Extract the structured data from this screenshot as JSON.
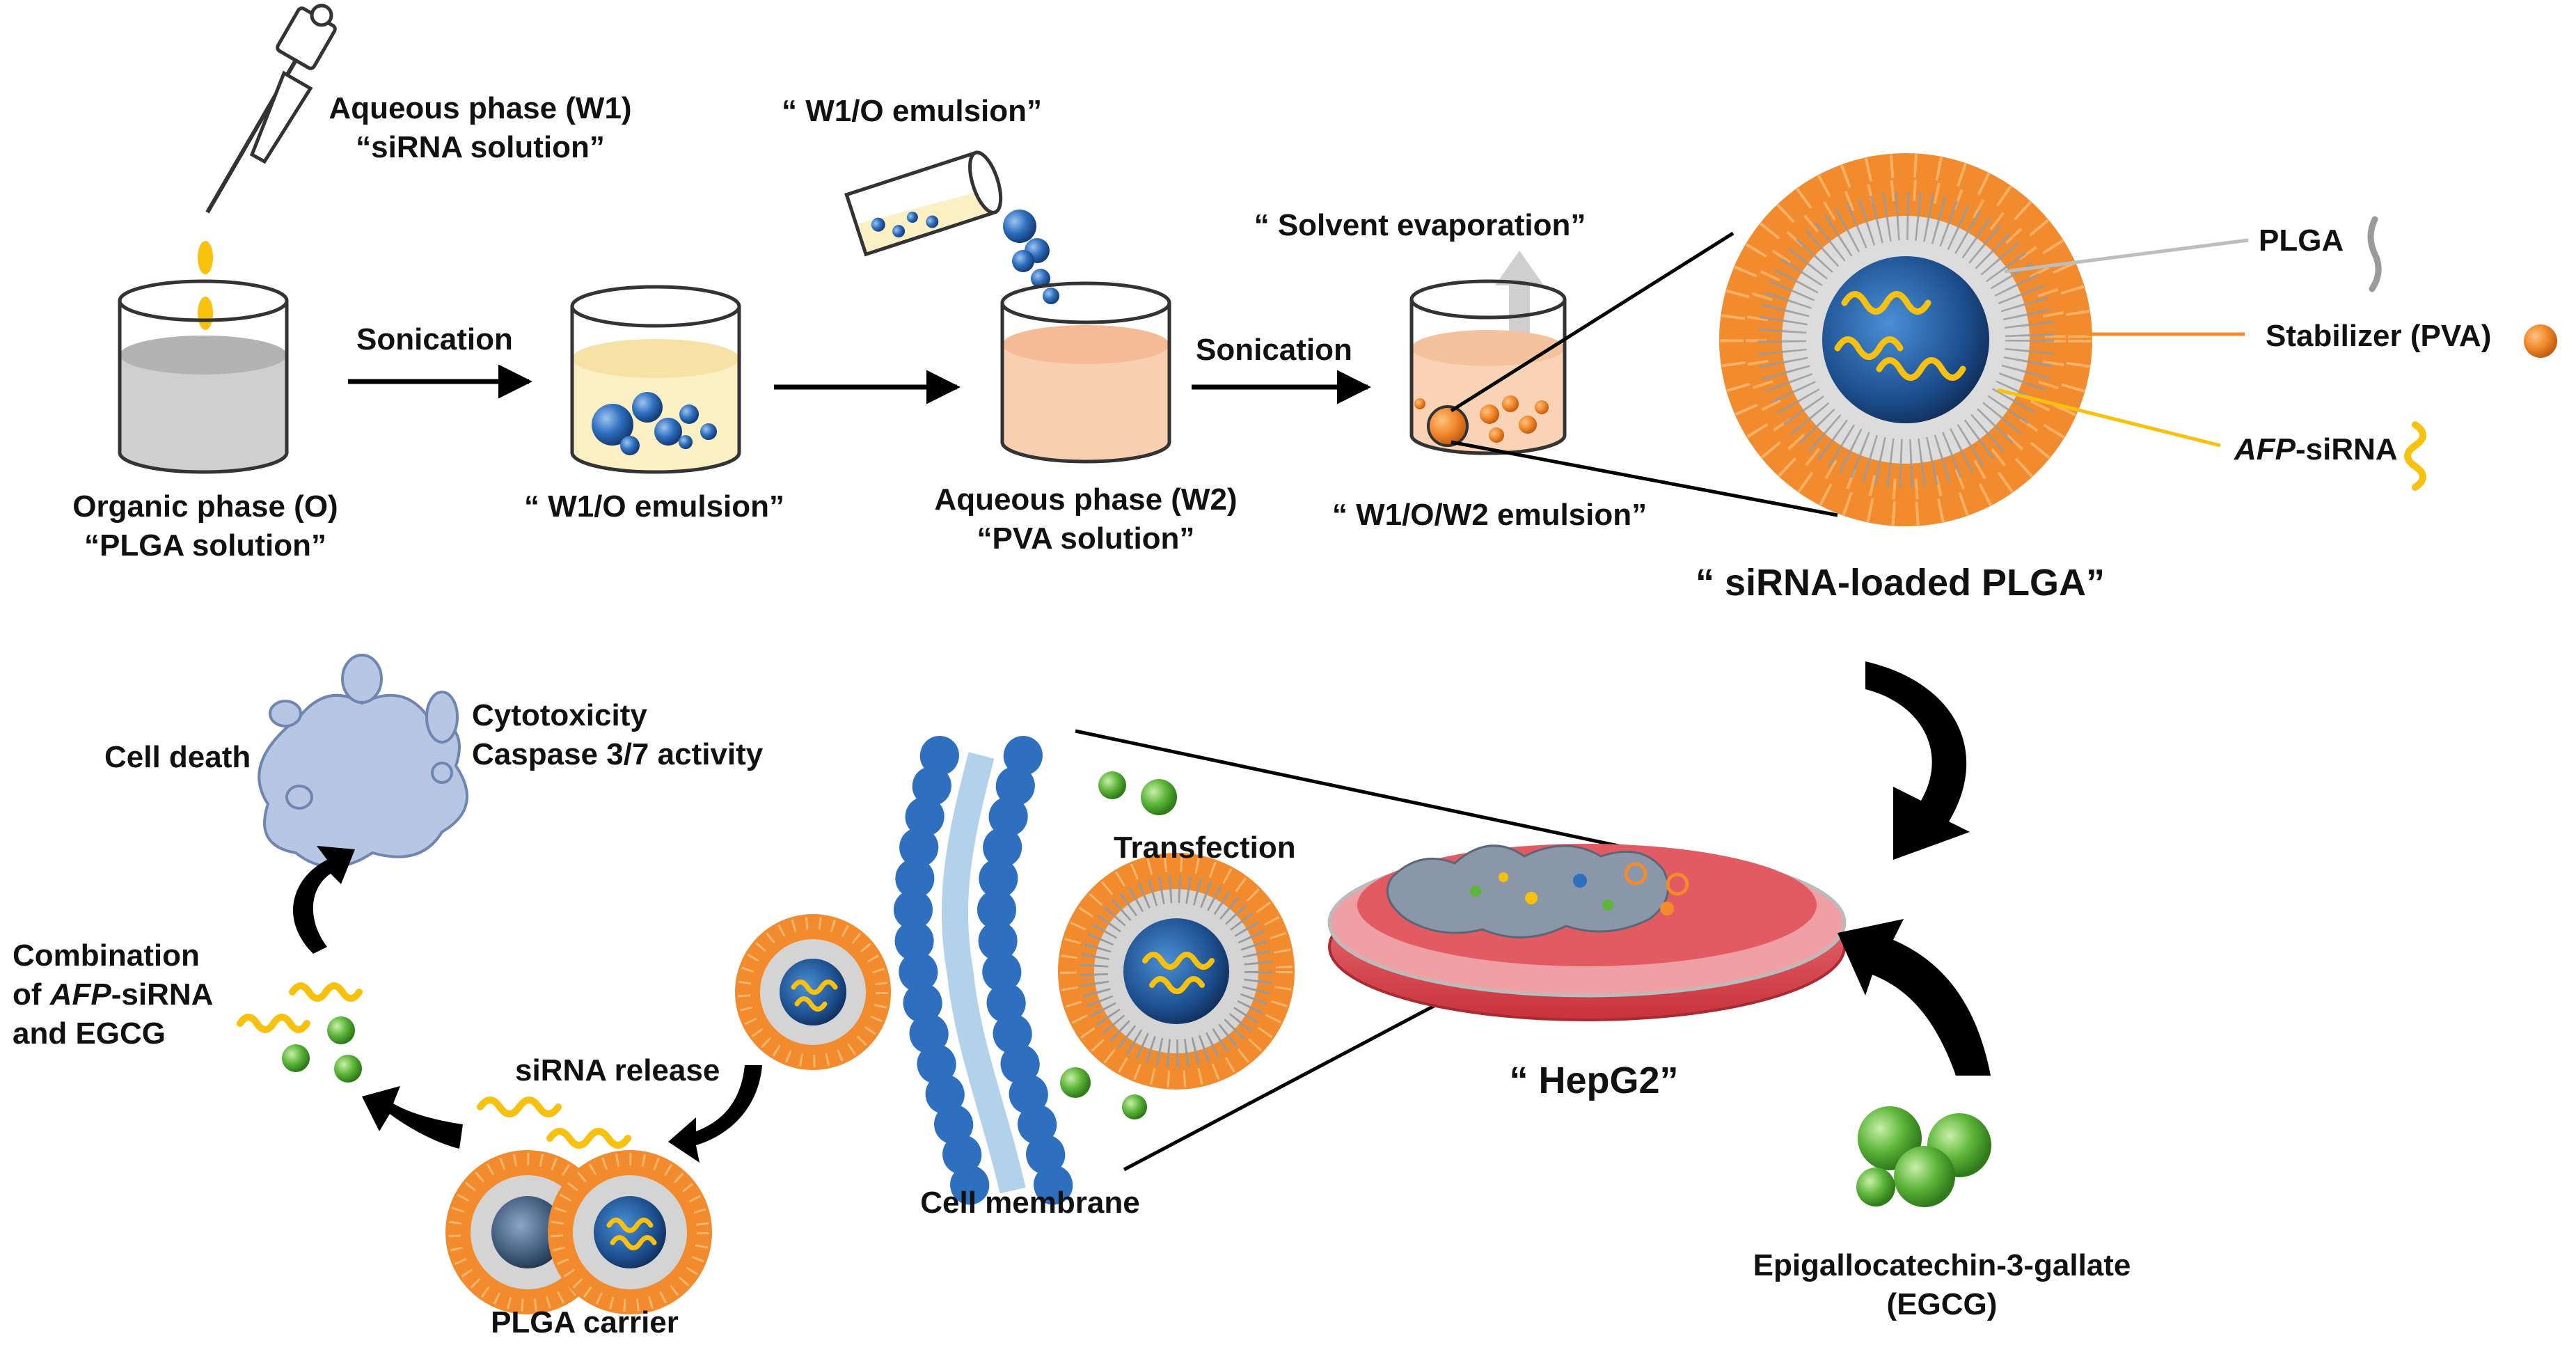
{
  "top": {
    "w1_label_line1": "Aqueous phase (W1)",
    "w1_label_line2": "“siRNA solution”",
    "organic_line1": "Organic phase (O)",
    "organic_line2": "“PLGA solution”",
    "sonication_1": "Sonication",
    "w1o_emulsion_beaker": "“ W1/O emulsion”",
    "w1o_emulsion_pour": "“ W1/O emulsion”",
    "aqueous_w2_line1": "Aqueous phase (W2)",
    "aqueous_w2_line2": "“PVA solution”",
    "sonication_2": "Sonication",
    "solvent_evaporation": "“ Solvent evaporation”",
    "w1ow2_emulsion": "“ W1/O/W2 emulsion”",
    "plga_label": "PLGA",
    "stabilizer_label": "Stabilizer (PVA)",
    "afp_italic": "AFP",
    "afp_rest": "-siRNA",
    "loaded_title": "“ siRNA-loaded PLGA”"
  },
  "bottom": {
    "cytotoxicity": "Cytotoxicity",
    "caspase": "Caspase 3/7 activity",
    "cell_death": "Cell death",
    "combination_line1": "Combination",
    "combination_of": "of ",
    "combination_afp": "AFP",
    "combination_sirna": "-siRNA",
    "combination_line3": "and EGCG",
    "sirna_release": "siRNA release",
    "plga_carrier": "PLGA carrier",
    "cell_membrane": "Cell membrane",
    "transfection": "Transfection",
    "hepg2": "“ HepG2”",
    "egcg_line1": "Epigallocatechin-3-gallate",
    "egcg_line2": "(EGCG)"
  },
  "colors": {
    "orange": "#f28a2e",
    "blue": "#2f6fbf",
    "yellow": "#f7c10e",
    "green": "#5db53a",
    "dish_red": "#e0525a"
  }
}
